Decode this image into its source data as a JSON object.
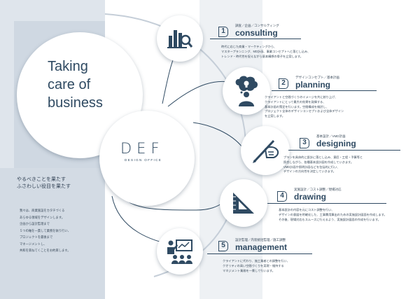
{
  "hero": {
    "title_lines": [
      "Taking",
      "care of",
      "business"
    ]
  },
  "logo": {
    "letters": "DEF",
    "subtitle": "DESIGN OFFICE"
  },
  "intro": {
    "heading_lines": [
      "やるべきことを果たす",
      "ふさわしい役目を果たす"
    ],
    "body_lines": [
      "我々は、商業施設をカタチづくる",
      "あらゆる領域をデザインします。",
      "企画から設計監理まで",
      "５つの軸を一貫して業務を執り行い、",
      "プロジェクトを最後まで",
      "マネージメントし、",
      "共和を束ねてくことをお約束します。"
    ]
  },
  "services": [
    {
      "number": "1",
      "small": "調査／企画／コンサルティング",
      "title": "consulting",
      "icon": "chart-magnifier-icon",
      "desc_lines": [
        "時代に応じた商業・マーケティングから、",
        "マスタープランニング、MD計画、事業コンセプトへと落とし込み、",
        "トレンド・時代性を捉えながら基本構想の骨子を立案します。"
      ]
    },
    {
      "number": "2",
      "small": "デザインコンセプト／基本計画",
      "title": "planning",
      "icon": "idea-person-icon",
      "desc_lines": [
        "クライアントと空間づくりのイメージを共に創り上げ、",
        "クライアントにとって最大の効果を発揮する、",
        "基本計画の策定を行います。空間構成を検討し、",
        "プロジェクト全体のデザインコンセプトおよび全体デザイン",
        "を立案します。"
      ]
    },
    {
      "number": "3",
      "small": "基本設計／VMD計画",
      "title": "designing",
      "icon": "pen-hand-icon",
      "desc_lines": [
        "プランを具体的に設計に落とし込み、意匠・工程・予算等と",
        "照合しながら、各種基本設計図を作成していきます。",
        "VMD計画や照明計画などを包括的に行い、",
        "デザインの方向性を決定していきます。"
      ]
    },
    {
      "number": "4",
      "small": "実施設計／コスト調整／現場対応",
      "title": "drawing",
      "icon": "set-square-icon",
      "desc_lines": [
        "基本設計の内容を元にコスト調整を行い、",
        "デザインの意図を明確化した、工事費用算出のための実施設計図面を作成します。",
        "その後、現場対応もスムーズに行えるよう、実施設計図面の作成を行います。"
      ]
    },
    {
      "number": "5",
      "small": "設計監理／内装統括監理／施工調整",
      "title": "management",
      "icon": "presentation-icon",
      "desc_lines": [
        "クライアントに代わり、施工業者との調整を行い、",
        "クオリティの高い空間づくりを実現・維持する",
        "マネジメント業務を一貫して行います。"
      ]
    }
  ],
  "colors": {
    "navy": "#2f4a62",
    "panel": "#d5dde6",
    "panel_light": "#e6ebf0"
  }
}
